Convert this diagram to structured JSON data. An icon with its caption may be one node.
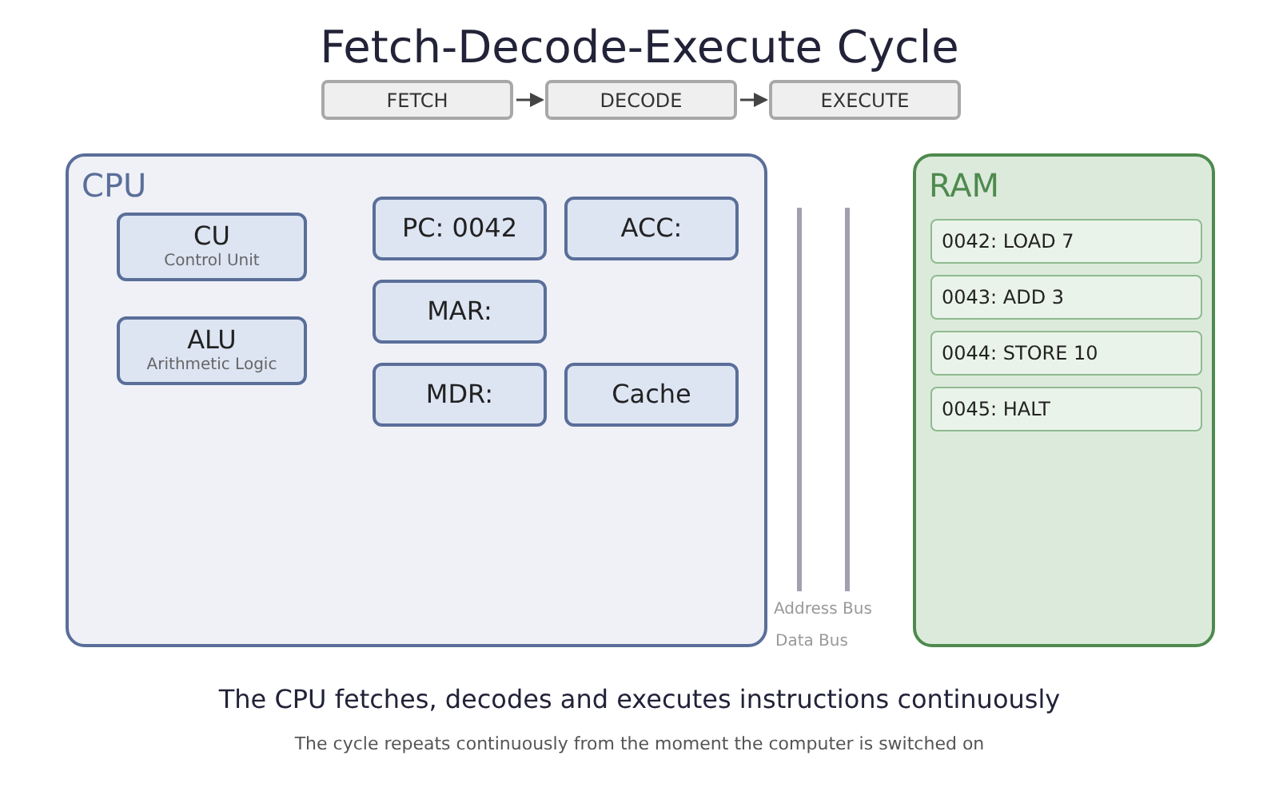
{
  "diagram": {
    "title": "Fetch-Decode-Execute Cycle",
    "caption": "The CPU fetches, decodes and executes instructions continuously",
    "nodes": [
      {
        "text": [
          "FETCH"
        ]
      },
      {
        "text": [
          "DECODE"
        ]
      },
      {
        "text": [
          "EXECUTE"
        ]
      },
      {
        "text": [
          "CPU"
        ]
      },
      {
        "text": [
          "CU",
          "Control Unit"
        ],
        "in": 3
      },
      {
        "text": [
          "ALU",
          "Arithmetic Logic"
        ],
        "in": 3
      },
      {
        "text": [
          "PC: 0042"
        ],
        "in": 3
      },
      {
        "text": [
          "ACC:"
        ],
        "in": 3
      },
      {
        "text": [
          "MAR:"
        ],
        "in": 3
      },
      {
        "text": [
          "MDR:"
        ],
        "in": 3
      },
      {
        "text": [
          "Cache"
        ],
        "in": 3
      },
      {
        "text": [
          "RAM"
        ]
      },
      {
        "text": [
          "0042: LOAD 7"
        ],
        "in": 11
      },
      {
        "text": [
          "0043: ADD 3"
        ],
        "in": 11
      },
      {
        "text": [
          "0044: STORE 10"
        ],
        "in": 11
      },
      {
        "text": [
          "0045: HALT"
        ],
        "in": 11
      }
    ],
    "edges": [
      {
        "from": 0,
        "to": 1,
        "arrow": "to"
      },
      {
        "from": 1,
        "to": 2,
        "arrow": "to"
      }
    ],
    "labels": [
      "Address Bus",
      "Data Bus",
      "The cycle repeats continuously from the moment the computer is switched on"
    ]
  }
}
